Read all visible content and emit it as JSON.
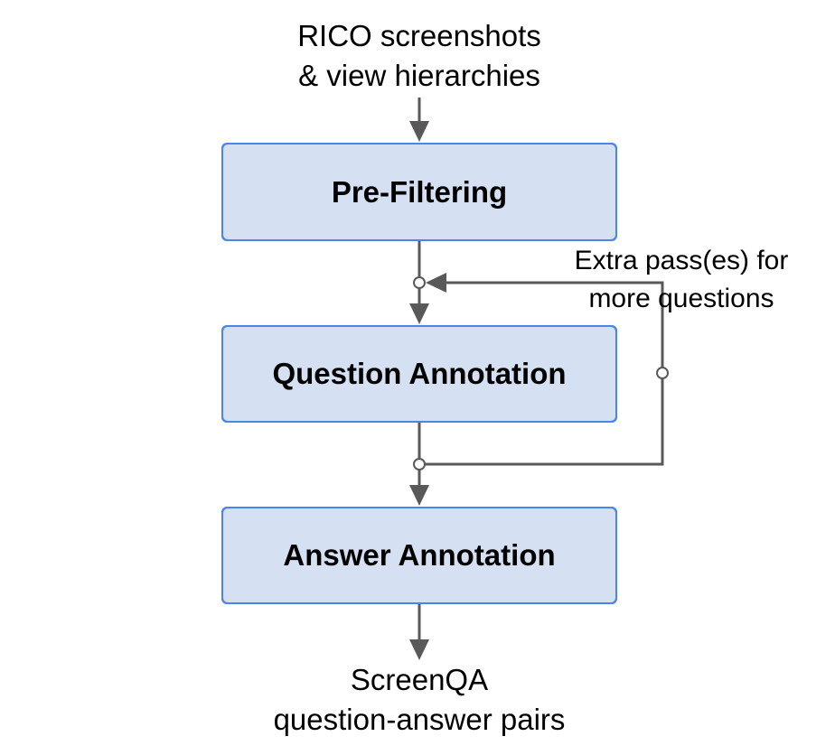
{
  "colors": {
    "box_fill": "#d5e1f2",
    "box_border": "#4a86e8",
    "arrow": "#595959",
    "text": "#000000"
  },
  "input": {
    "line1": "RICO screenshots",
    "line2": "& view hierarchies"
  },
  "steps": [
    {
      "label": "Pre-Filtering"
    },
    {
      "label": "Question Annotation"
    },
    {
      "label": "Answer Annotation"
    }
  ],
  "loop": {
    "line1": "Extra pass(es) for",
    "line2": "more questions"
  },
  "output": {
    "line1": "ScreenQA",
    "line2": "question-answer pairs"
  }
}
